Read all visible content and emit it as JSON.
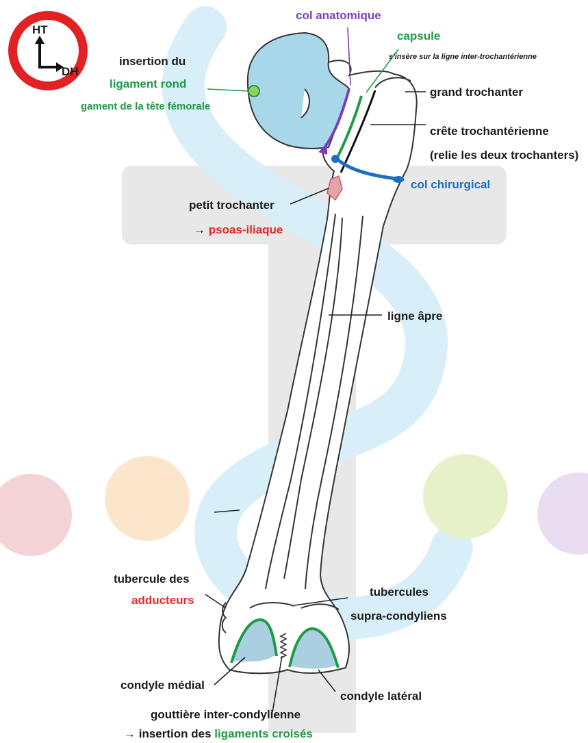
{
  "colors": {
    "purple": "#7b3fb5",
    "green": "#1f9a45",
    "blue": "#1f6fc0",
    "red": "#e02a2a",
    "black": "#1a1a1a",
    "bone_fill": "#ffffff",
    "head_fill": "#a9d7ea",
    "condyle_fill": "#a9cfe0",
    "lesser_trochanter_fill": "#e5a3a8",
    "watermark_blue": "#d6effa",
    "watermark_gray": "#e4e4e4"
  },
  "orientation_badge": {
    "up_label": "HT",
    "right_label": "DH"
  },
  "labels": {
    "col_anatomique": "col anatomique",
    "capsule": "capsule",
    "capsule_note": "s'insère sur la ligne inter-trochantérienne",
    "insertion_du": "insertion du",
    "ligament_rond": "ligament rond",
    "ligament_tete": "gament de la tête fémorale",
    "grand_trochanter": "grand trochanter",
    "crete_line1": "crête trochantérienne",
    "crete_line2": "(relie les deux trochanters)",
    "col_chirurgical": "col chirurgical",
    "petit_trochanter": "petit trochanter",
    "psoas_arrow": "→ ",
    "psoas": "psoas-iliaque",
    "ligne_apre": "ligne âpre",
    "tubercule_des": "tubercule des",
    "adducteurs": "adducteurs",
    "tubercules": "tubercules",
    "supra_condyliens": "supra-condyliens",
    "condyle_medial": "condyle médial",
    "condyle_lateral": "condyle latéral",
    "gouttiere": "gouttière inter-condylienne",
    "insertion_prefix": "→ insertion des ",
    "ligaments_croises": "ligaments croisés"
  }
}
